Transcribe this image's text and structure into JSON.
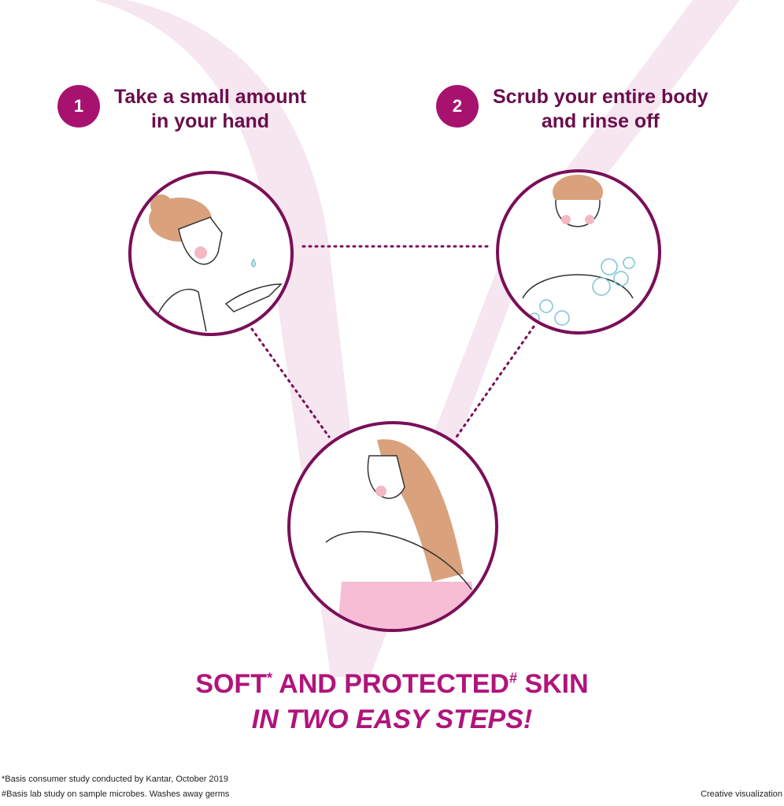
{
  "steps": [
    {
      "number": "1",
      "line1": "Take a small amount",
      "line2": "in your hand"
    },
    {
      "number": "2",
      "line1": "Scrub your entire body",
      "line2": "and rinse off"
    }
  ],
  "headline": {
    "soft": "SOFT",
    "soft_mark": "*",
    "and_protected": " AND PROTECTED",
    "protected_mark": "#",
    "skin": " SKIN",
    "line2": "IN TWO EASY STEPS!"
  },
  "footnotes": [
    "*Basis consumer study conducted by Kantar, October 2019",
    "#Basis lab study on sample microbes. Washes away germs"
  ],
  "disclaimer": "Creative visualization",
  "colors": {
    "accent": "#a8126f",
    "heading": "#6a0d4b",
    "headline": "#b0147b",
    "watermark": "#f5e6f0",
    "circle_border": "#7a0f58"
  }
}
